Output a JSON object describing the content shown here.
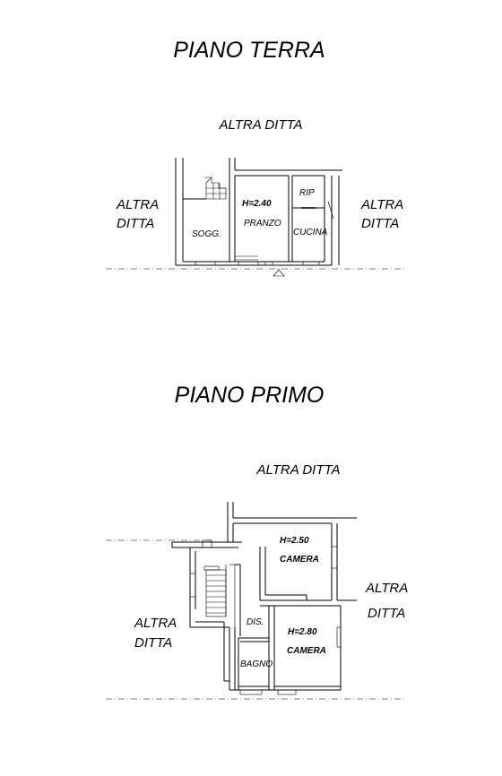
{
  "ground_floor": {
    "title": "PIANO TERRA",
    "neighbor_top": "ALTRA DITTA",
    "neighbor_left_1": "ALTRA",
    "neighbor_left_2": "DITTA",
    "neighbor_right_1": "ALTRA",
    "neighbor_right_2": "DITTA",
    "height": "H=2.40",
    "rooms": {
      "sogg": "SOGG.",
      "pranzo": "PRANZO",
      "rip": "RIP",
      "cucina": "CUCINA"
    }
  },
  "first_floor": {
    "title": "PIANO PRIMO",
    "neighbor_top": "ALTRA DITTA",
    "neighbor_left_1": "ALTRA",
    "neighbor_left_2": "DITTA",
    "neighbor_right_1": "ALTRA",
    "neighbor_right_2": "DITTA",
    "rooms": {
      "camera_1_height": "H=2.50",
      "camera_1": "CAMERA",
      "camera_2_height": "H=2.80",
      "camera_2": "CAMERA",
      "dis": "DIS.",
      "bagno": "BAGNO"
    }
  }
}
